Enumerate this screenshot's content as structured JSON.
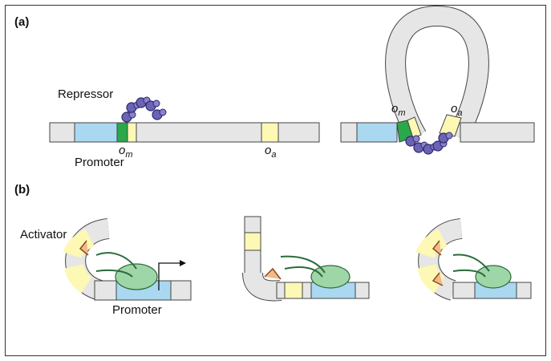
{
  "panels": {
    "a": "(a)",
    "b": "(b)"
  },
  "labels": {
    "repressor": "Repressor",
    "promoter_a": "Promoter",
    "activator": "Activator",
    "promoter_b": "Promoter",
    "operator_m": "o",
    "operator_m_sub": "m",
    "operator_a": "o",
    "operator_a_sub": "a"
  },
  "colors": {
    "dna": "#e6e6e6",
    "promoter": "#a9d8f0",
    "operator_m": "#2aa84a",
    "operator_yellow": "#fdf8b4",
    "repressor": "#6b63b3",
    "polymerase": "#9fd6a8",
    "activator": "#f2b98a"
  }
}
